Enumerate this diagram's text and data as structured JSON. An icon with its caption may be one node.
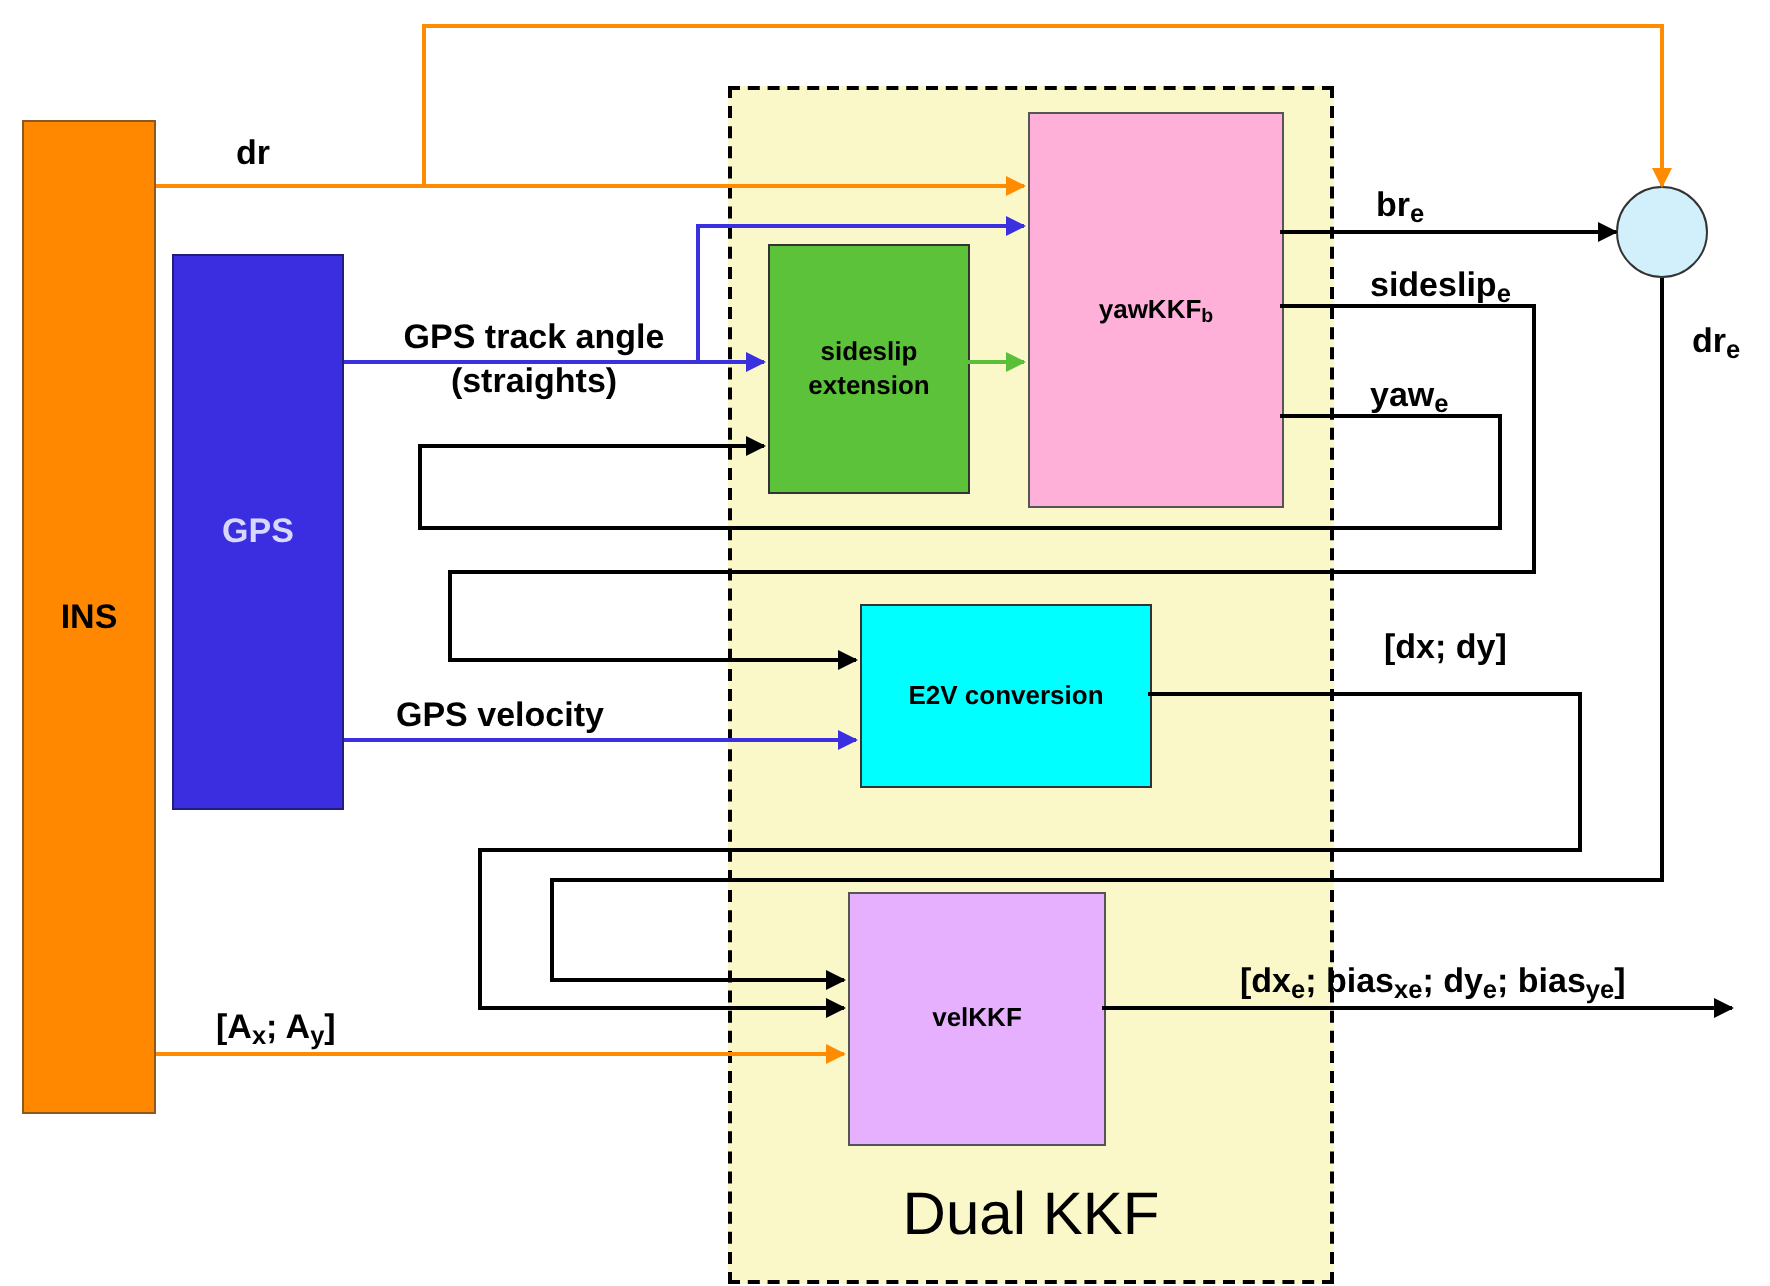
{
  "diagram": {
    "nodes": [
      {
        "text": [
          "INS"
        ]
      },
      {
        "text": [
          "GPS"
        ]
      },
      {
        "text": [
          "Dual KKF"
        ]
      },
      {
        "text": [
          "sideslip extension"
        ],
        "in": 2
      },
      {
        "text": [
          "yawKKF$_{b}$"
        ],
        "in": 2
      },
      {
        "text": [
          "E2V conversion"
        ],
        "in": 2
      },
      {
        "text": [
          "velKKF"
        ],
        "in": 2
      },
      {
        "text": [],
        "shape": "circle"
      }
    ],
    "edges": [
      {
        "from": 0,
        "to": 4,
        "arrow": "to",
        "label": "dr",
        "color": "#ff8c00"
      },
      {
        "from": 0,
        "to": 7,
        "arrow": "to",
        "color": "#ff8c00"
      },
      {
        "from": 1,
        "to": 3,
        "arrow": "to",
        "label": "GPS track angle (straights)",
        "color": "#3b30e0"
      },
      {
        "from": 1,
        "to": 4,
        "arrow": "to",
        "color": "#3b30e0"
      },
      {
        "from": 3,
        "to": 4,
        "arrow": "to",
        "color": "#5cbf3a"
      },
      {
        "from": 4,
        "to": 7,
        "arrow": "to",
        "label": "br$_{e}$"
      },
      {
        "from": 4,
        "to": 3,
        "arrow": "to",
        "label": "yaw$_{e}$"
      },
      {
        "from": 4,
        "to": 5,
        "arrow": "to",
        "label": "sideslip$_{e}$"
      },
      {
        "from": 1,
        "to": 5,
        "arrow": "to",
        "label": "GPS velocity",
        "color": "#3b30e0"
      },
      {
        "from": 5,
        "to": 6,
        "arrow": "to",
        "label": "[dx; dy]"
      },
      {
        "from": 7,
        "to": 6,
        "arrow": "to",
        "label": "dr$_{e}$"
      },
      {
        "from": 0,
        "to": 6,
        "arrow": "to",
        "label": "[A$_{x}$; A$_{y}$]",
        "color": "#ff8c00"
      },
      {
        "from": 6,
        "to": null,
        "arrow": "to",
        "label": "[dx$_{e}$; bias$_{xe}$; dy$_{e}$; bias$_{ye}$]"
      }
    ]
  }
}
